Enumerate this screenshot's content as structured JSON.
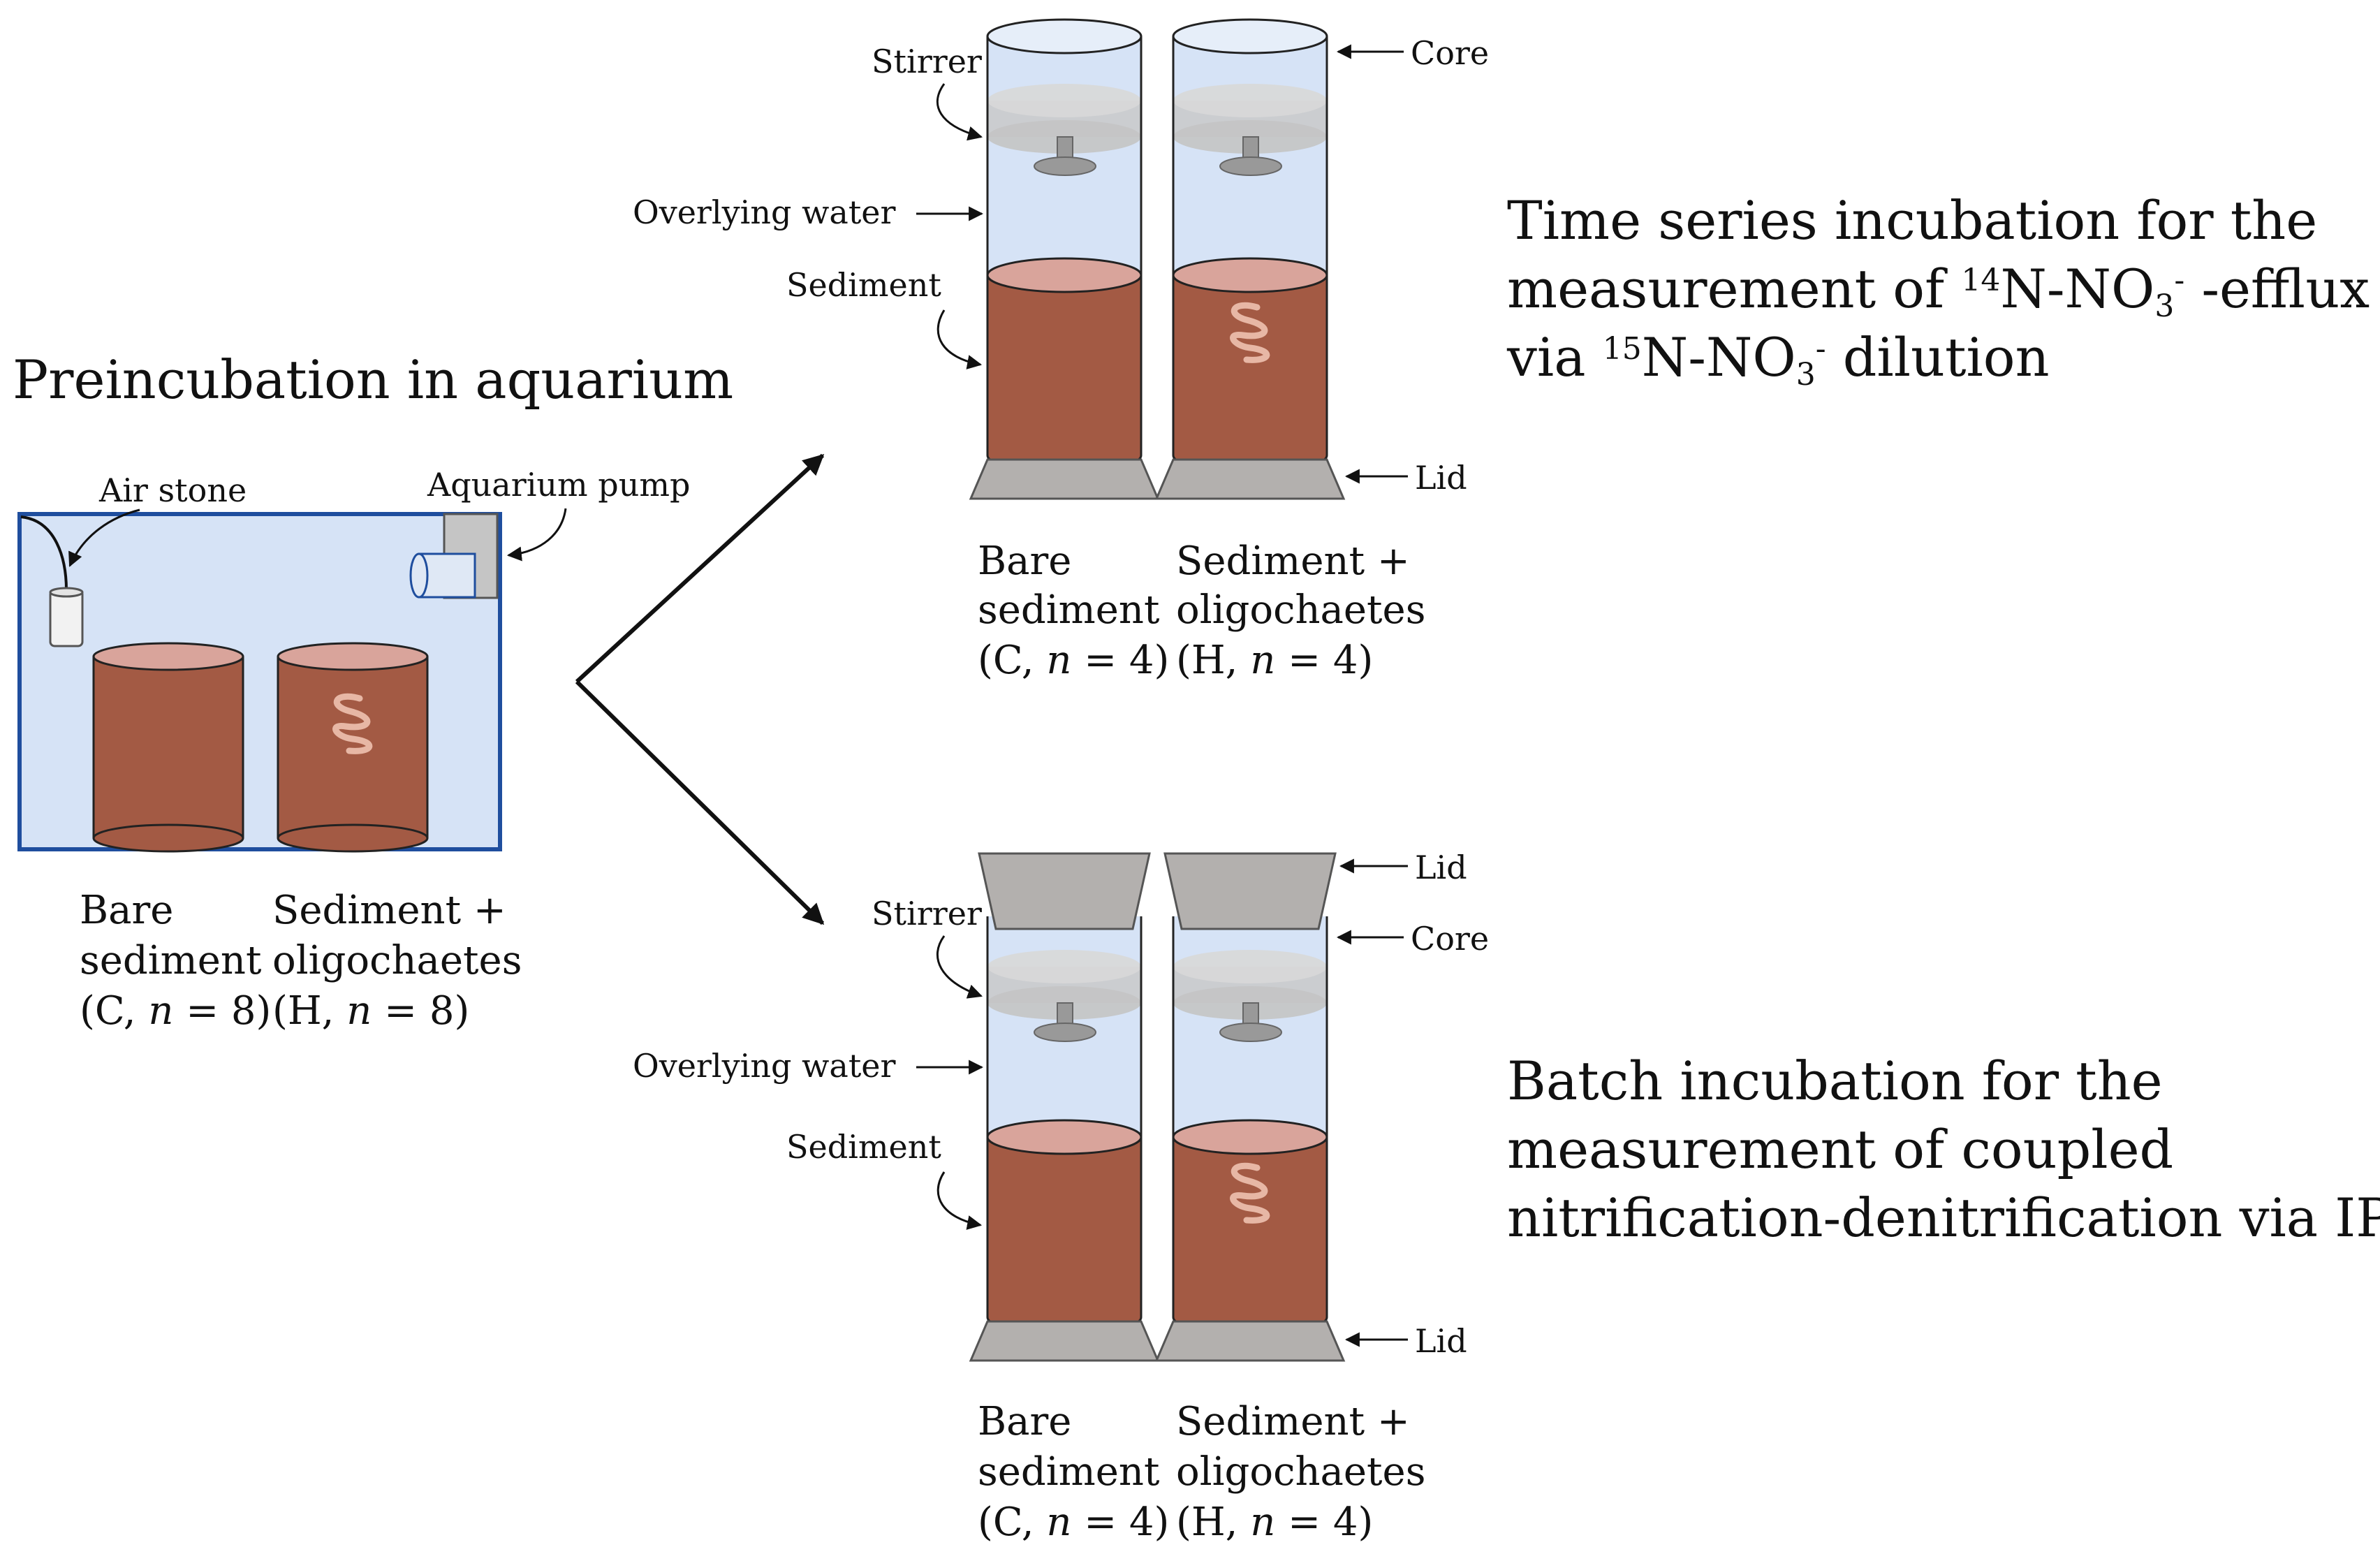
{
  "colors": {
    "water": "#d6e3f6",
    "water_edge": "#1f4e9e",
    "sediment": "#a35a44",
    "sediment_top": "#d9a49b",
    "lid": "#b3b0ae",
    "stirrer": "#c9c9c9",
    "worm": "#e7b7a5"
  },
  "preincubation": {
    "title": "Preincubation in aquarium",
    "air_stone": "Air stone",
    "aquarium_pump": "Aquarium pump",
    "bare_caption": [
      "Bare",
      "sediment",
      "(C, ",
      "n",
      " = 8)"
    ],
    "worm_caption": [
      "Sediment +",
      "oligochaetes",
      "(H, ",
      "n",
      " = 8)"
    ]
  },
  "time_series": {
    "stirrer": "Stirrer",
    "overlying_water": "Overlying water",
    "sediment": "Sediment",
    "core": "Core",
    "lid": "Lid",
    "title_line1": "Time series incubation for the",
    "title_line2_pre": "measurement of ",
    "title_line2_sup": "14",
    "title_line2_mid": "N-NO",
    "title_line2_sub": "3",
    "title_line2_sup2": "-",
    "title_line2_post": " -efflux",
    "title_line3_pre": "via ",
    "title_line3_sup": "15",
    "title_line3_mid": "N-NO",
    "title_line3_sub": "3",
    "title_line3_sup2": "-",
    "title_line3_post": " dilution",
    "bare_caption": [
      "Bare",
      "sediment",
      "(C, ",
      "n",
      " = 4)"
    ],
    "worm_caption": [
      "Sediment +",
      "oligochaetes",
      "(H, ",
      "n",
      " = 4)"
    ]
  },
  "batch": {
    "stirrer": "Stirrer",
    "overlying_water": "Overlying water",
    "sediment": "Sediment",
    "core": "Core",
    "lid_top": "Lid",
    "lid_bottom": "Lid",
    "title_line1": "Batch incubation for the",
    "title_line2": "measurement of coupled",
    "title_line3": "nitrification-denitrification via IPT",
    "bare_caption": [
      "Bare",
      "sediment",
      "(C, ",
      "n",
      " = 4)"
    ],
    "worm_caption": [
      "Sediment +",
      "oligochaetes",
      "(H, ",
      "n",
      " = 4)"
    ]
  }
}
